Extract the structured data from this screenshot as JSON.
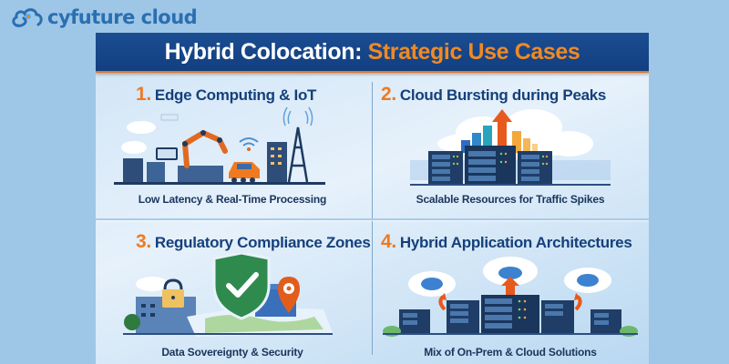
{
  "brand": {
    "name": "cyfuture cloud",
    "logo_icon": "cloud-swirl-icon",
    "color": "#2a6fb0"
  },
  "header": {
    "title_part1": "Hybrid Colocation: ",
    "title_part2": "Strategic Use Cases",
    "bg": "#123f80",
    "accent": "#f08a23"
  },
  "cases": [
    {
      "number": "1.",
      "title": "Edge Computing & IoT",
      "caption": "Low Latency & Real-Time Processing",
      "illustration": "factory-robot-arm-tower-illustration"
    },
    {
      "number": "2.",
      "title": "Cloud Bursting during Peaks",
      "caption": "Scalable Resources for Traffic Spikes",
      "illustration": "servers-cloud-growth-illustration"
    },
    {
      "number": "3.",
      "title": "Regulatory Compliance Zones",
      "caption": "Data Sovereignty & Security",
      "illustration": "shield-map-lock-illustration"
    },
    {
      "number": "4.",
      "title": "Hybrid Application Architectures",
      "caption": "Mix of On-Prem & Cloud Solutions",
      "illustration": "servers-multi-cloud-illustration"
    }
  ]
}
